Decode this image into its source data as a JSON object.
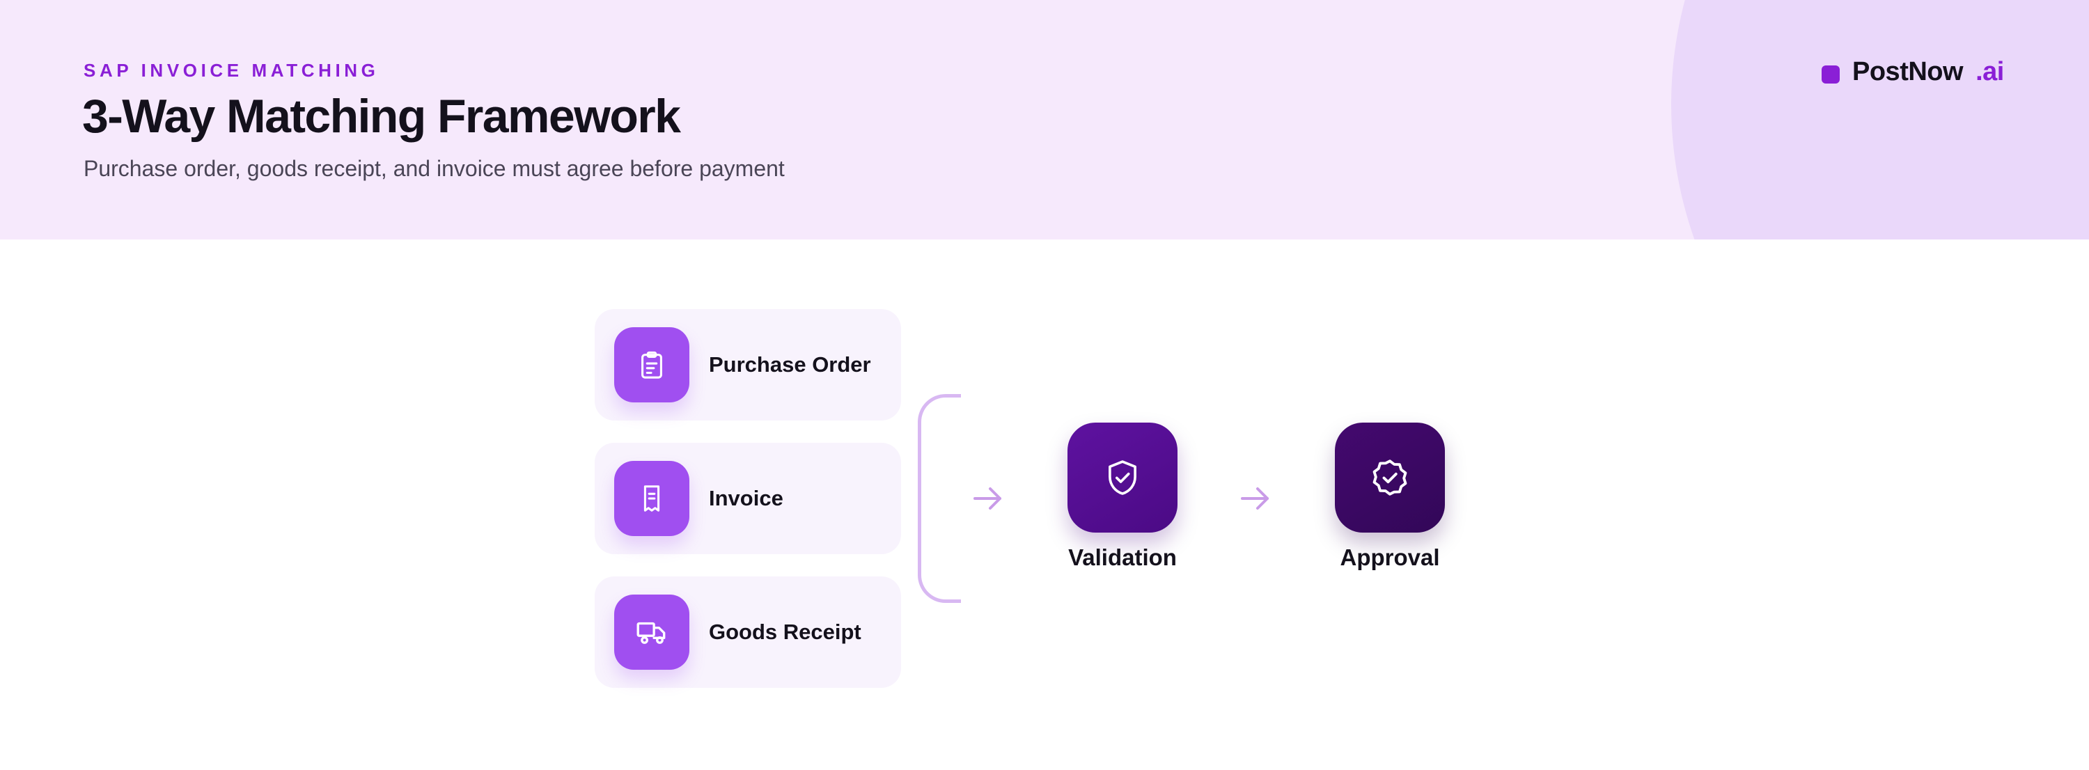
{
  "header": {
    "eyebrow": "SAP INVOICE MATCHING",
    "title": "3-Way Matching Framework",
    "subtitle": "Purchase order, goods receipt, and invoice must agree before payment"
  },
  "brand": {
    "name": "PostNow",
    "suffix": ".ai"
  },
  "inputs": [
    {
      "label": "Purchase Order",
      "icon": "clipboard-icon"
    },
    {
      "label": "Invoice",
      "icon": "receipt-icon"
    },
    {
      "label": "Goods Receipt",
      "icon": "truck-icon"
    }
  ],
  "stages": [
    {
      "label": "Validation",
      "icon": "shield-check-icon"
    },
    {
      "label": "Approval",
      "icon": "badge-check-icon"
    }
  ],
  "colors": {
    "accent": "#8a1fd6",
    "header_bg": "#f6e9fc",
    "card_icon": "#a04ff0",
    "validation": "#4b0a85",
    "approval": "#320758",
    "connector": "#d8b8f2"
  }
}
